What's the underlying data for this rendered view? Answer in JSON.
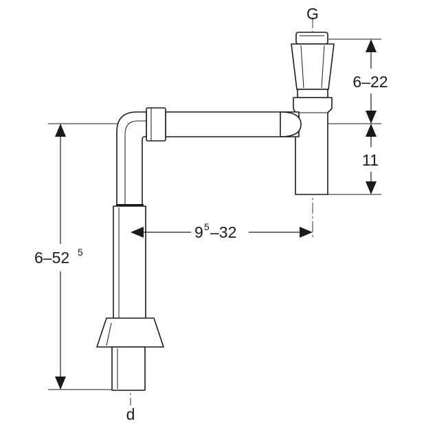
{
  "labels": {
    "G": "G",
    "d": "d",
    "valve_height": "6–22",
    "trap_depth": "11",
    "horizontal_main": "9",
    "horizontal_sup": "5",
    "horizontal_tail": "–32",
    "vertical_main": "6–52",
    "vertical_sup": "5"
  }
}
